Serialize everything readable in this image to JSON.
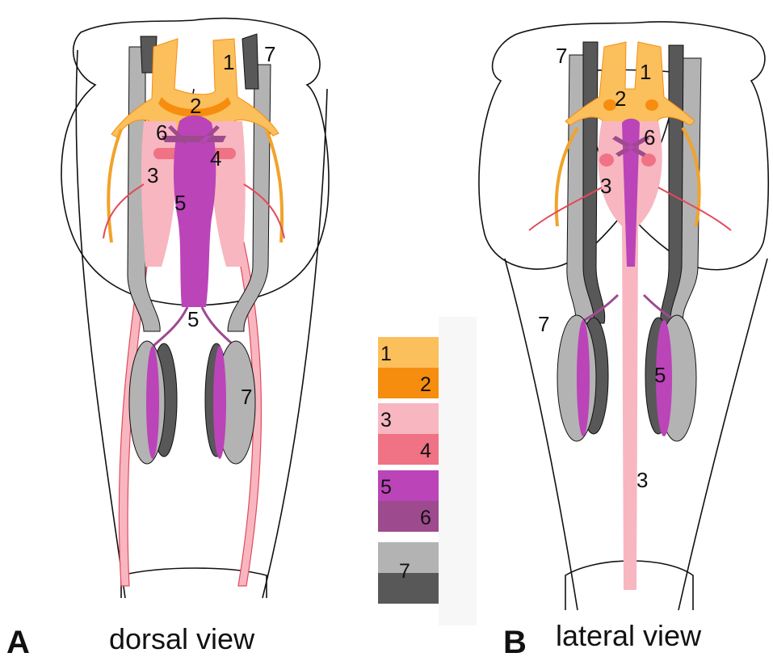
{
  "colors": {
    "c1": "#fbbf5c",
    "c2": "#f68d0e",
    "c3": "#f8b6c0",
    "c4": "#ef7285",
    "c5": "#bb44b8",
    "c6": "#9e4a8e",
    "c7a": "#b3b3b3",
    "c7b": "#585858",
    "outline": "#111111",
    "redline": "#e24a5a"
  },
  "legend": {
    "items": [
      "1",
      "2",
      "3",
      "4",
      "5",
      "6",
      "7"
    ]
  },
  "panel_a": {
    "letter": "A",
    "caption": "dorsal view",
    "labels": {
      "l1": "1",
      "l2": "2",
      "l3": "3",
      "l4": "4",
      "l5a": "5",
      "l5b": "5",
      "l6": "6",
      "l7a": "7",
      "l7b": "7"
    }
  },
  "panel_b": {
    "letter": "B",
    "caption": "lateral view",
    "labels": {
      "l1": "1",
      "l2": "2",
      "l3a": "3",
      "l3b": "3",
      "l5": "5",
      "l6": "6",
      "l7a": "7",
      "l7b": "7"
    }
  }
}
